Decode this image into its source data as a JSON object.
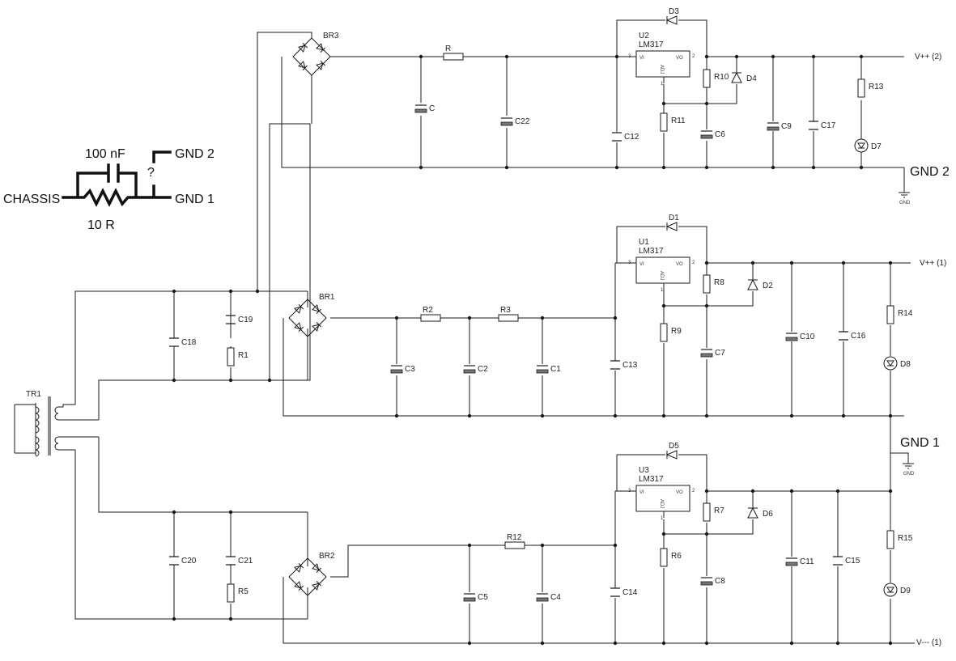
{
  "inset": {
    "cap_value": "100 nF",
    "res_value": "10 R",
    "chassis": "CHASSIS",
    "gnd1": "GND 1",
    "gnd2": "GND 2",
    "question": "?",
    "question_color": "#e03030"
  },
  "big_labels": {
    "gnd2": "GND 2",
    "gnd1": "GND 1"
  },
  "gnd_symbol_text": "GND",
  "regulator": {
    "pin_vi": "VI",
    "pin_vo": "VO",
    "pin_adj": "ADJ",
    "pin3": "3",
    "pin2": "2",
    "pin1": "1"
  },
  "labels": {
    "TR1": "TR1",
    "BR1": "BR1",
    "BR2": "BR2",
    "BR3": "BR3",
    "U1": "U1",
    "U2": "U2",
    "U3": "U3",
    "LM317": "LM317",
    "D1": "D1",
    "D2": "D2",
    "D3": "D3",
    "D4": "D4",
    "D5": "D5",
    "D6": "D6",
    "D7": "D7",
    "D8": "D8",
    "D9": "D9",
    "R": "R",
    "R1": "R1",
    "R2": "R2",
    "R3": "R3",
    "R5": "R5",
    "R6": "R6",
    "R7": "R7",
    "R8": "R8",
    "R9": "R9",
    "R10": "R10",
    "R11": "R11",
    "R12": "R12",
    "R13": "R13",
    "R14": "R14",
    "R15": "R15",
    "C": "C",
    "C1": "C1",
    "C2": "C2",
    "C3": "C3",
    "C4": "C4",
    "C5": "C5",
    "C6": "C6",
    "C7": "C7",
    "C8": "C8",
    "C9": "C9",
    "C10": "C10",
    "C11": "C11",
    "C12": "C12",
    "C13": "C13",
    "C14": "C14",
    "C15": "C15",
    "C16": "C16",
    "C17": "C17",
    "C18": "C18",
    "C19": "C19",
    "C20": "C20",
    "C21": "C21",
    "C22": "C22",
    "V2": "V++ (2)",
    "V1": "V++ (1)",
    "Vneg": "V--- (1)"
  }
}
